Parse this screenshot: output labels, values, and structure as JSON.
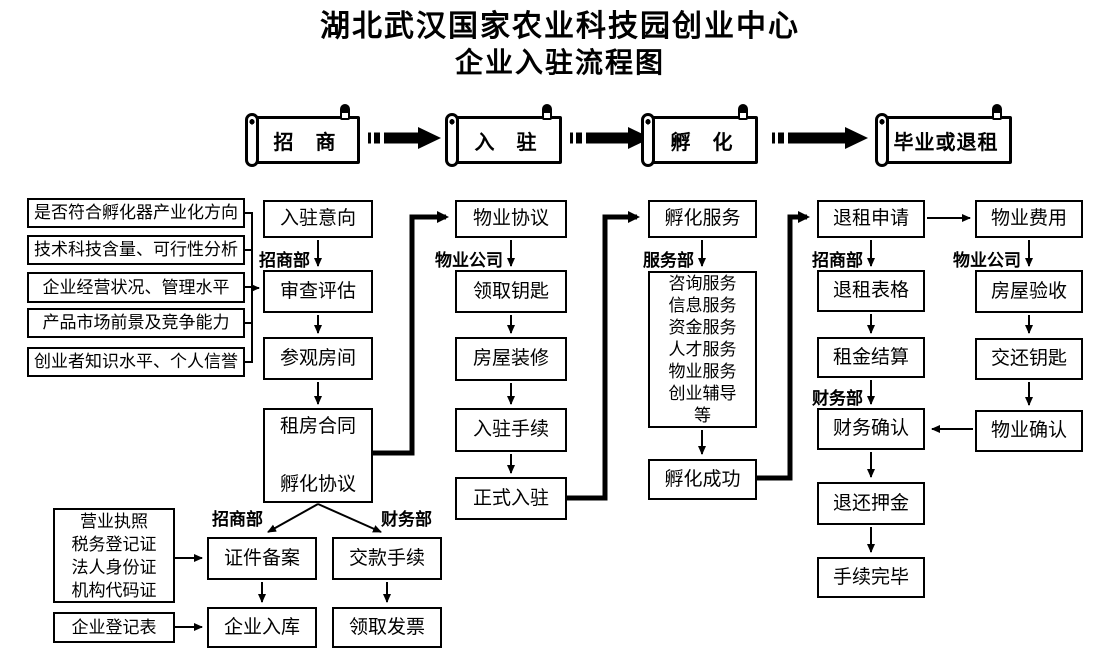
{
  "title": {
    "line1": "湖北武汉国家农业科技园创业中心",
    "line2": "企业入驻流程图"
  },
  "banners": [
    {
      "label": "招　商"
    },
    {
      "label": "入　驻"
    },
    {
      "label": "孵　化"
    },
    {
      "label": "毕业或退租"
    }
  ],
  "criteria": [
    "是否符合孵化器产业化方向",
    "技术科技含量、可行性分析",
    "企业经营状况、管理水平",
    "产品市场前景及竞争能力",
    "创业者知识水平、个人信誉"
  ],
  "dept_labels": [
    "招商部",
    "物业公司",
    "服务部",
    "招商部",
    "财务部",
    "物业公司",
    "招商部",
    "财务部"
  ],
  "nodes": {
    "ruzhu_yixiang": "入驻意向",
    "shencha_pinggu": "审查评估",
    "canguan_fangjian": "参观房间",
    "zufang_hetong": "租房合同\n\n孵化协议",
    "docs": "营业执照\n税务登记证\n法人身份证\n机构代码证",
    "qiye_dengjibiao": "企业登记表",
    "zhengjian_beian": "证件备案",
    "jiaokuan_shouxu": "交款手续",
    "qiye_ruku": "企业入库",
    "lingqu_fapiao": "领取发票",
    "wuye_xieyi": "物业协议",
    "lingqu_yaoshi": "领取钥匙",
    "fangwu_zhuangxiu": "房屋装修",
    "ruzhu_shouxu": "入驻手续",
    "zhengshi_ruzhu": "正式入驻",
    "fuhua_fuwu": "孵化服务",
    "services": "咨询服务\n信息服务\n资金服务\n人才服务\n物业服务\n创业辅导\n等",
    "fuhua_chenggong": "孵化成功",
    "tuizu_shenqing": "退租申请",
    "tuizu_biaoge": "退租表格",
    "zujin_jiesuan": "租金结算",
    "caiwu_queren": "财务确认",
    "tuihuan_yajin": "退还押金",
    "shouxu_wanbi": "手续完毕",
    "wuye_feiyong": "物业费用",
    "fangwu_yanshou": "房屋验收",
    "jiaohuan_yaoshi": "交还钥匙",
    "wuye_queren": "物业确认"
  },
  "colors": {
    "line": "#000000",
    "background": "#ffffff"
  }
}
